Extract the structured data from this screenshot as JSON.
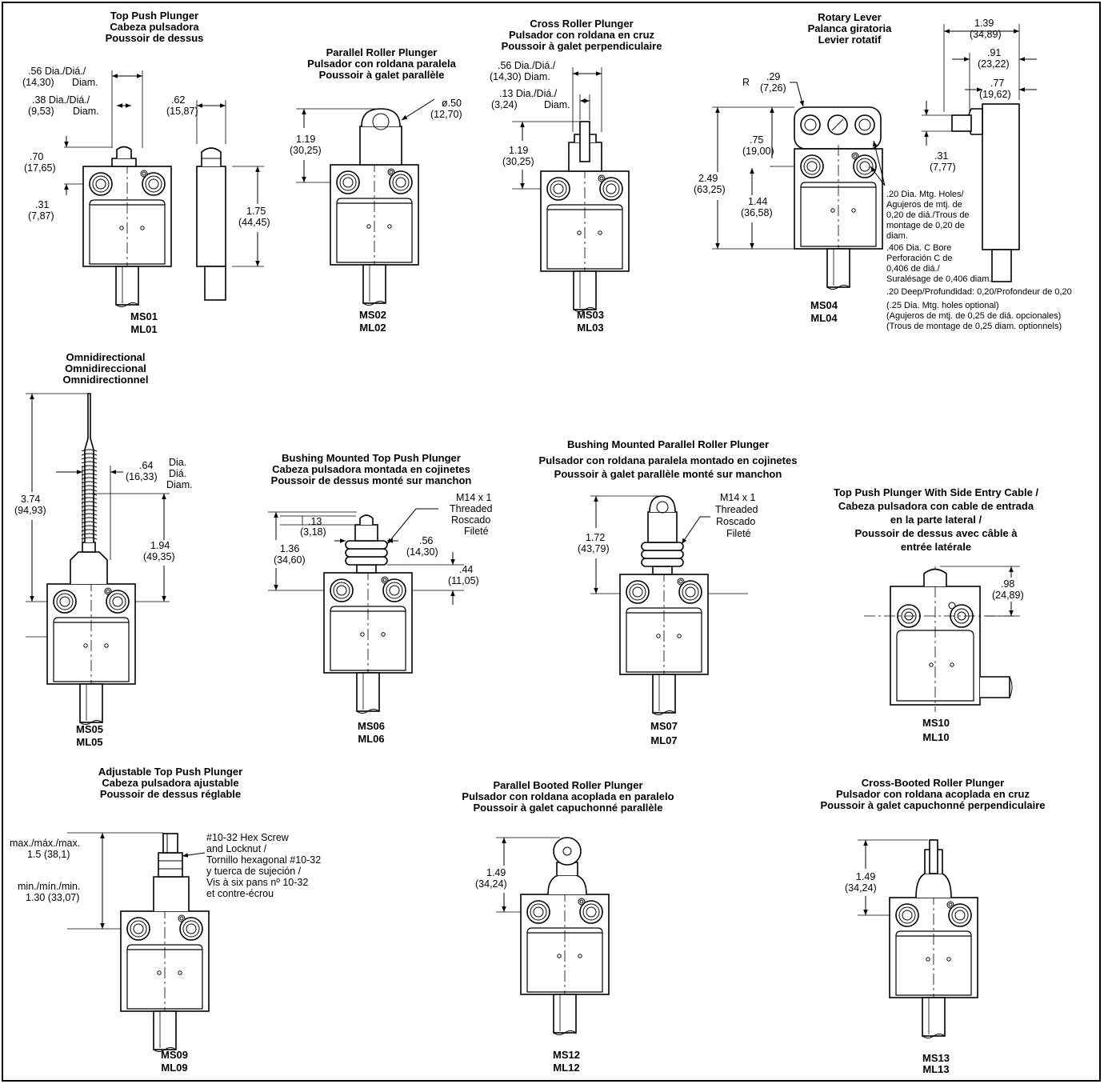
{
  "ms01": {
    "title": [
      "Top Push Plunger",
      "Cabeza pulsadora",
      "Poussoir de dessus"
    ],
    "dims": [
      ".56 Dia./Diá./",
      "(14,30)",
      "Diam.",
      ".38 Dia./Diá./",
      "(9,53)",
      "Diam.",
      ".62",
      "(15,87)",
      ".70",
      "(17,65)",
      ".31",
      "(7,87)",
      "1.75",
      "(44,45)"
    ],
    "models": [
      "MS01",
      "ML01"
    ]
  },
  "ms02": {
    "title": [
      "Parallel Roller Plunger",
      "Pulsador con roldana paralela",
      "Poussoir à galet parallèle"
    ],
    "dims": [
      "ø.50",
      "(12,70)",
      "1.19",
      "(30,25)"
    ],
    "models": [
      "MS02",
      "ML02"
    ]
  },
  "ms03": {
    "title": [
      "Cross Roller Plunger",
      "Pulsador con roldana en cruz",
      "Poussoir à galet perpendiculaire"
    ],
    "dims": [
      ".56 Dia./Diá./",
      "(14,30) Diam.",
      ".13 Dia./Diá./",
      "(3,24)",
      "Diam.",
      "1.19",
      "(30,25)"
    ],
    "models": [
      "MS03",
      "ML03"
    ]
  },
  "ms04": {
    "title": [
      "Rotary Lever",
      "Palanca giratoria",
      "Levier rotatif"
    ],
    "dims": [
      "R",
      ".29",
      "(7,26)",
      ".75",
      "(19,00)",
      "2.49",
      "(63,25)",
      "1.44",
      "(36,58)",
      "1.39",
      "(34,89)",
      ".91",
      "(23,22)",
      ".77",
      "(19,62)",
      ".31",
      "(7,77)"
    ],
    "notes": [
      ".20 Dia. Mtg. Holes/",
      "Agujeros de mtj. de",
      "0,20 de diá./Trous de",
      "montage de 0,20 de",
      "diam.",
      ".406 Dia. C Bore",
      "Perforación C de",
      "0,406 de diá./",
      "Suralésage de 0,406 diam.",
      ".20 Deep/Profundidad: 0,20/Profondeur de 0,20",
      "(.25 Dia. Mtg. holes optional)",
      "(Agujeros de mtj. de 0,25 de diá. opcionales)",
      "(Trous de montage de 0,25 diam. optionnels)"
    ],
    "models": [
      "MS04",
      "ML04"
    ]
  },
  "ms05": {
    "title": [
      "Omnidirectional",
      "Omnidireccional",
      "Omnidirectionnel"
    ],
    "dims": [
      ".64",
      "(16,33)",
      "Dia.",
      "Diá.",
      "Diam.",
      "3.74",
      "(94,93)",
      "1.94",
      "(49,35)"
    ],
    "models": [
      "MS05",
      "ML05"
    ]
  },
  "ms06": {
    "title": [
      "Bushing Mounted Top Push Plunger",
      "Cabeza pulsadora montada en cojinetes",
      "Poussoir de dessus monté sur manchon"
    ],
    "dims": [
      "M14 x 1",
      "Threaded",
      "Roscado",
      "Fileté",
      ".13",
      "(3,18)",
      "1.36",
      "(34,60)",
      ".56",
      "(14,30)",
      ".44",
      "(11,05)"
    ],
    "models": [
      "MS06",
      "ML06"
    ]
  },
  "ms07": {
    "title": [
      "Bushing Mounted Parallel Roller Plunger",
      "Pulsador con roldana paralela montado en cojinetes",
      "Poussoir à galet parallèle monté sur manchon"
    ],
    "dims": [
      "M14 x 1",
      "Threaded",
      "Roscado",
      "Fileté",
      "1.72",
      "(43,79)"
    ],
    "models": [
      "MS07",
      "ML07"
    ]
  },
  "ms10": {
    "title": [
      "Top Push Plunger With Side Entry Cable /",
      "Cabeza pulsadora con cable de entrada",
      "en la parte lateral /",
      "Poussoir de dessus avec câble à",
      "entrée latérale"
    ],
    "dims": [
      ".98",
      "(24,89)"
    ],
    "models": [
      "MS10",
      "ML10"
    ]
  },
  "ms09": {
    "title": [
      "Adjustable Top Push Plunger",
      "Cabeza pulsadora ajustable",
      "Poussoir de dessus réglable"
    ],
    "dims": [
      "max./máx./max.",
      "1.5 (38,1)",
      "min./mín./min.",
      "1.30 (33,07)"
    ],
    "notes": [
      "#10-32 Hex Screw",
      "and Locknut /",
      "Tornillo hexagonal #10-32",
      "y tuerca de sujeción /",
      "Vis à six pans nº 10-32",
      "et contre-écrou"
    ],
    "models": [
      "MS09",
      "ML09"
    ]
  },
  "ms12": {
    "title": [
      "Parallel Booted Roller Plunger",
      "Pulsador con roldana acoplada en paralelo",
      "Poussoir à galet capuchonné parallèle"
    ],
    "dims": [
      "1.49",
      "(34,24)"
    ],
    "models": [
      "MS12",
      "ML12"
    ]
  },
  "ms13": {
    "title": [
      "Cross-Booted Roller Plunger",
      "Pulsador con roldana acoplada en cruz",
      "Poussoir à galet capuchonné perpendiculaire"
    ],
    "dims": [
      "1.49",
      "(34,24)"
    ],
    "models": [
      "MS13",
      "ML13"
    ]
  }
}
